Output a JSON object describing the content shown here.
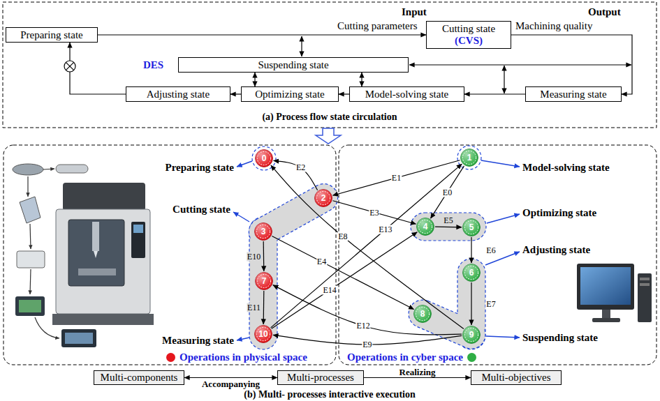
{
  "diagram": {
    "nodes": [
      {
        "text": [
          "Preparing state"
        ]
      },
      {
        "text": [
          "Cutting state",
          "(CVS)"
        ]
      },
      {
        "text": [
          "Suspending state"
        ]
      },
      {
        "text": [
          "Adjusting state"
        ]
      },
      {
        "text": [
          "Optimizing state"
        ]
      },
      {
        "text": [
          "Model-solving state"
        ]
      },
      {
        "text": [
          "Measuring state"
        ]
      },
      {
        "text": [
          "0"
        ]
      },
      {
        "text": [
          "1"
        ]
      },
      {
        "text": [
          "2"
        ]
      },
      {
        "text": [
          "3"
        ]
      },
      {
        "text": [
          "4"
        ]
      },
      {
        "text": [
          "5"
        ]
      },
      {
        "text": [
          "6"
        ]
      },
      {
        "text": [
          "7"
        ]
      },
      {
        "text": [
          "8"
        ]
      },
      {
        "text": [
          "9"
        ]
      },
      {
        "text": [
          "10"
        ]
      },
      {
        "text": [
          "Multi-components"
        ]
      },
      {
        "text": [
          "Multi-processes"
        ]
      },
      {
        "text": [
          "Multi-objectives"
        ]
      }
    ],
    "edges": [
      {
        "from": 0,
        "to": 1,
        "arrow": "to"
      },
      {
        "from": 1,
        "to": 6,
        "arrow": "to"
      },
      {
        "from": 6,
        "to": 5,
        "arrow": "to"
      },
      {
        "from": 5,
        "to": 4,
        "arrow": "to"
      },
      {
        "from": 4,
        "to": 3,
        "arrow": "to"
      },
      {
        "from": 3,
        "to": 0,
        "arrow": "to"
      },
      {
        "from": 2,
        "to": 4,
        "arrow": "both"
      },
      {
        "from": 2,
        "to": 5,
        "arrow": "both"
      },
      {
        "from": 8,
        "to": 11,
        "label": "E0",
        "arrow": "to"
      },
      {
        "from": 8,
        "to": 9,
        "label": "E1",
        "arrow": "to"
      },
      {
        "from": 9,
        "to": 7,
        "label": "E2",
        "arrow": "to"
      },
      {
        "from": 9,
        "to": 11,
        "label": "E3",
        "arrow": "to"
      },
      {
        "from": 10,
        "to": 15,
        "label": "E4",
        "arrow": "to"
      },
      {
        "from": 11,
        "to": 12,
        "label": "E5",
        "arrow": "to"
      },
      {
        "from": 12,
        "to": 13,
        "label": "E6",
        "arrow": "to"
      },
      {
        "from": 13,
        "to": 16,
        "label": "E7",
        "arrow": "to"
      },
      {
        "from": 16,
        "to": 7,
        "label": "E8",
        "arrow": "to"
      },
      {
        "from": 16,
        "to": 17,
        "label": "E9",
        "arrow": "to"
      },
      {
        "from": 10,
        "to": 14,
        "label": "E10",
        "arrow": "to"
      },
      {
        "from": 14,
        "to": 17,
        "label": "E11",
        "arrow": "to"
      },
      {
        "from": 16,
        "to": 14,
        "label": "E12",
        "arrow": "to"
      },
      {
        "from": 17,
        "to": 8,
        "label": "E13",
        "arrow": "to"
      },
      {
        "from": 17,
        "to": 11,
        "label": "E14",
        "arrow": "to"
      },
      {
        "from": 18,
        "to": 19,
        "label": "Accompanying",
        "arrow": "both"
      },
      {
        "from": 19,
        "to": 20,
        "label": "Realizing",
        "arrow": "to"
      }
    ],
    "labels": [
      "Input",
      "Output",
      "Cutting parameters",
      "Machining quality",
      "DES",
      "(a) Process flow state circulation",
      "Preparing state",
      "Cutting state",
      "Measuring state",
      "Model-solving state",
      "Optimizing state",
      "Adjusting state",
      "Suspending state",
      "(b) Multi- processes interactive execution"
    ],
    "legend": [
      {
        "text": "Operations in physical space",
        "color": "#e5161d"
      },
      {
        "text": "Operations in cyber space",
        "color": "#2fae45"
      }
    ]
  }
}
